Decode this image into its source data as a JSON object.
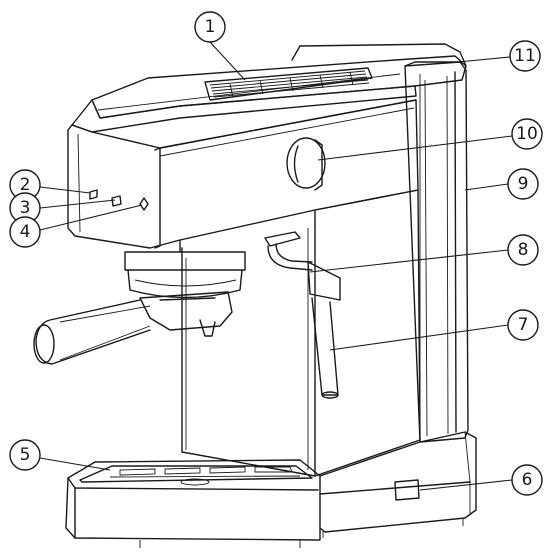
{
  "callouts": [
    {
      "id": "c1",
      "number": "1"
    },
    {
      "id": "c2",
      "number": "2"
    },
    {
      "id": "c3",
      "number": "3"
    },
    {
      "id": "c4",
      "number": "4"
    },
    {
      "id": "c5",
      "number": "5"
    },
    {
      "id": "c6",
      "number": "6"
    },
    {
      "id": "c7",
      "number": "7"
    },
    {
      "id": "c8",
      "number": "8"
    },
    {
      "id": "c9",
      "number": "9"
    },
    {
      "id": "c10",
      "number": "10"
    },
    {
      "id": "c11",
      "number": "11"
    }
  ],
  "colors": {
    "line": "#1a1a1a",
    "background": "#ffffff"
  }
}
